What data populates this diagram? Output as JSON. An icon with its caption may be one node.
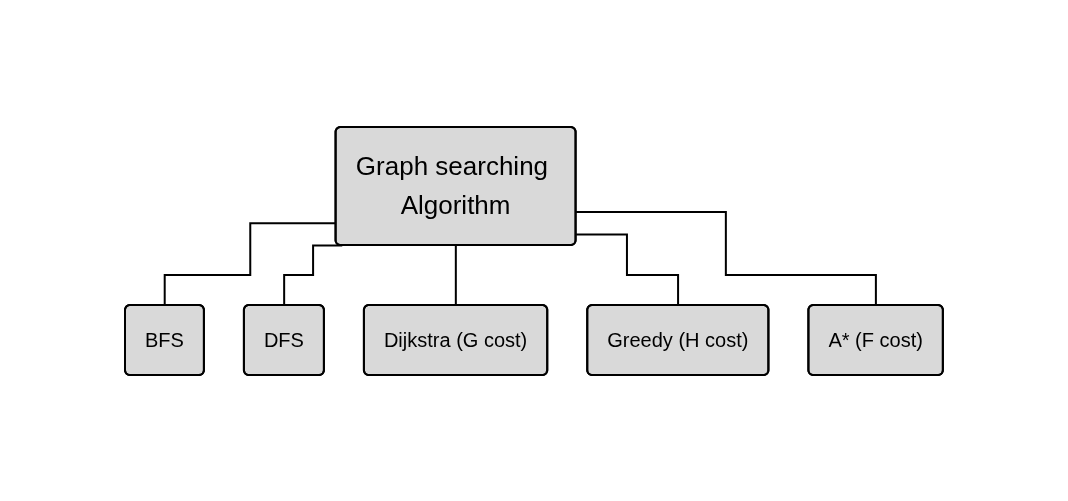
{
  "diagram": {
    "nodes": [
      {
        "text": [
          "Graph searching Algorithm"
        ]
      },
      {
        "text": [
          "BFS"
        ]
      },
      {
        "text": [
          "DFS"
        ]
      },
      {
        "text": [
          "Dijkstra (G cost)"
        ]
      },
      {
        "text": [
          "Greedy (H cost)"
        ]
      },
      {
        "text": [
          "A* (F cost)"
        ]
      }
    ],
    "edges": [
      {
        "from": 0,
        "to": 1,
        "arrow": "none"
      },
      {
        "from": 0,
        "to": 2,
        "arrow": "none"
      },
      {
        "from": 0,
        "to": 3,
        "arrow": "none"
      },
      {
        "from": 0,
        "to": 4,
        "arrow": "none"
      },
      {
        "from": 0,
        "to": 5,
        "arrow": "none"
      }
    ]
  }
}
